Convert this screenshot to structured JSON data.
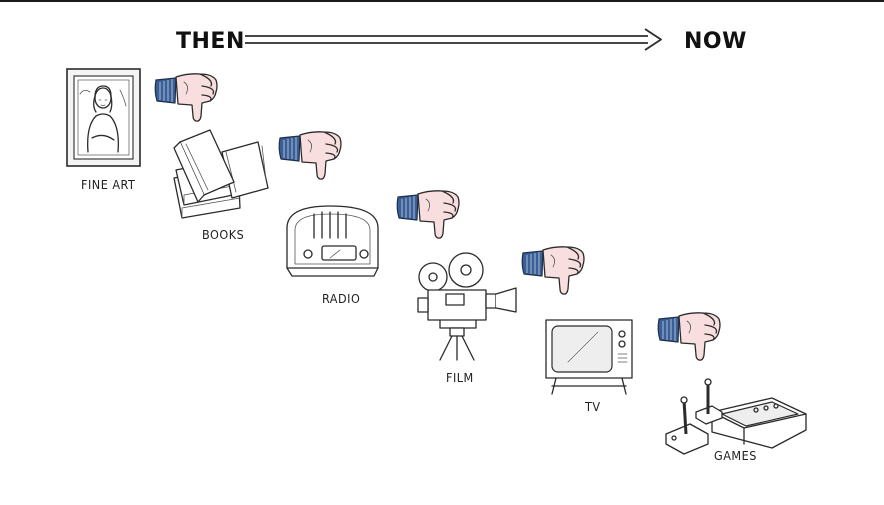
{
  "header": {
    "then_label": "THEN",
    "now_label": "NOW"
  },
  "items": [
    {
      "label": "FINE ART",
      "icon": "painting-icon",
      "rating": "thumbs-down"
    },
    {
      "label": "BOOKS",
      "icon": "books-icon",
      "rating": "thumbs-down"
    },
    {
      "label": "RADIO",
      "icon": "radio-icon",
      "rating": "thumbs-down"
    },
    {
      "label": "FILM",
      "icon": "film-camera-icon",
      "rating": "thumbs-down"
    },
    {
      "label": "TV",
      "icon": "television-icon",
      "rating": "thumbs-down"
    },
    {
      "label": "GAMES",
      "icon": "game-console-icon",
      "rating": "none"
    }
  ],
  "colors": {
    "cuff": "#3a5f95",
    "skin": "#f8dede",
    "ink": "#2b2b2b"
  }
}
